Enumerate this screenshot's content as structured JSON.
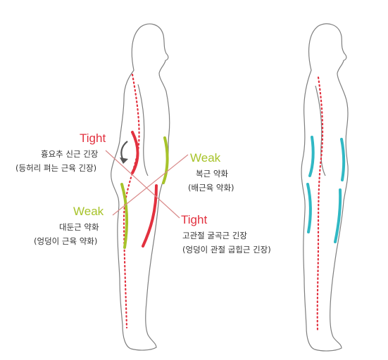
{
  "colors": {
    "tight": "#e2313f",
    "weak": "#a7c32a",
    "spine": "#e2313f",
    "healthy": "#30b8c4",
    "outline": "#7f7f7f",
    "text": "#333333",
    "arrow": "#555555",
    "crossline": "#d98a8a"
  },
  "labels": {
    "tight_back": {
      "word": "Tight",
      "line1": "흉요추 신근 긴장",
      "line2": "(등허리 펴는 근육 긴장)"
    },
    "weak_abs": {
      "word": "Weak",
      "line1": "복근 약화",
      "line2": "(배근육 약화)"
    },
    "weak_glutes": {
      "word": "Weak",
      "line1": "대둔근 약화",
      "line2": "(엉덩이 근육 약화)"
    },
    "tight_hip": {
      "word": "Tight",
      "line1": "고관절 굴곡근 긴장",
      "line2": "(엉덩이 관절 굽힙근 긴장)"
    }
  }
}
